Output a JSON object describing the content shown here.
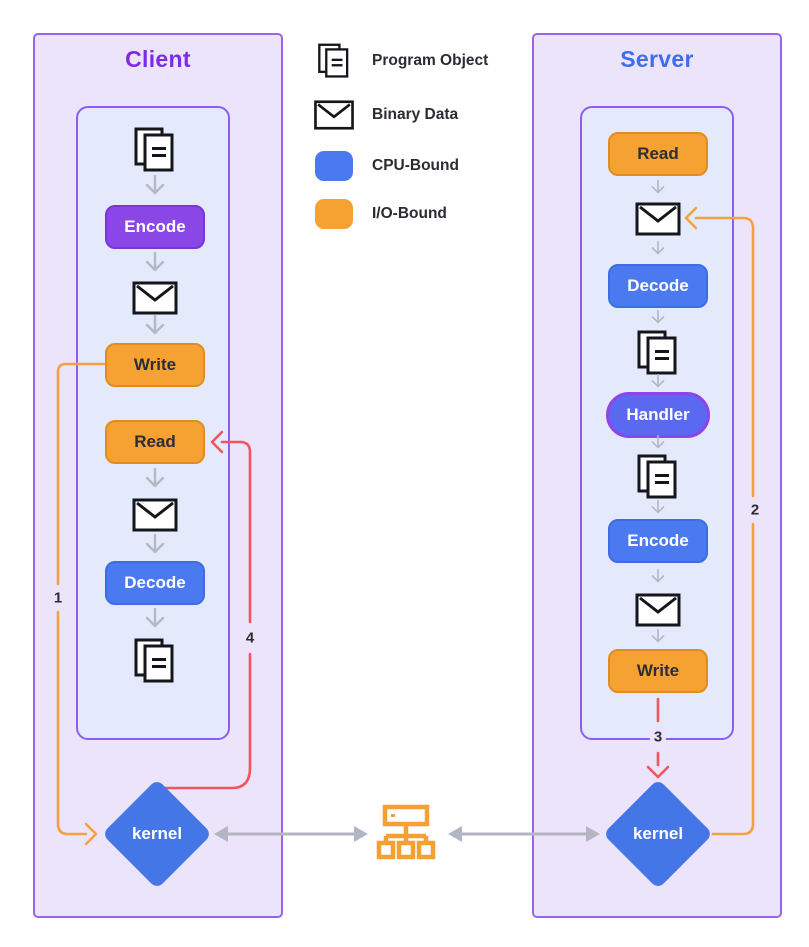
{
  "client": {
    "title": "Client",
    "flow": [
      "program-object",
      "encode",
      "binary-data",
      "write",
      "read",
      "binary-data",
      "decode",
      "program-object"
    ],
    "buttons": {
      "encode": "Encode",
      "write": "Write",
      "read": "Read",
      "decode": "Decode"
    },
    "kernel_label": "kernel"
  },
  "server": {
    "title": "Server",
    "flow": [
      "read",
      "binary-data",
      "decode",
      "program-object",
      "handler",
      "program-object",
      "encode",
      "binary-data",
      "write"
    ],
    "buttons": {
      "read": "Read",
      "decode": "Decode",
      "handler": "Handler",
      "encode": "Encode",
      "write": "Write"
    },
    "kernel_label": "kernel"
  },
  "legend": {
    "program_object": "Program Object",
    "binary_data": "Binary Data",
    "cpu_bound": "CPU-Bound",
    "io_bound": "I/O-Bound"
  },
  "edges": {
    "e1": {
      "label": "1",
      "color": "#f5a142"
    },
    "e2": {
      "label": "2",
      "color": "#f5a142"
    },
    "e3": {
      "label": "3",
      "color": "#f2555e"
    },
    "e4": {
      "label": "4",
      "color": "#f2555e"
    }
  },
  "colors": {
    "panel_bg": "#ece4fa",
    "panel_border": "#9b62ea",
    "flow_bg": "#e4e9fc",
    "flow_border": "#8d5cf0",
    "client_title": "#7c2ce8",
    "server_title": "#3f6eec",
    "cpu_bound_blue": "#4b7af0",
    "io_bound_orange": "#f5a233",
    "handler_purple_border": "#8b46e8",
    "encode_purple": "#8b46e8",
    "kernel_blue": "#4576e8",
    "line_orange": "#f5a142",
    "line_red": "#f2555e",
    "line_gray": "#b3b6c2"
  }
}
